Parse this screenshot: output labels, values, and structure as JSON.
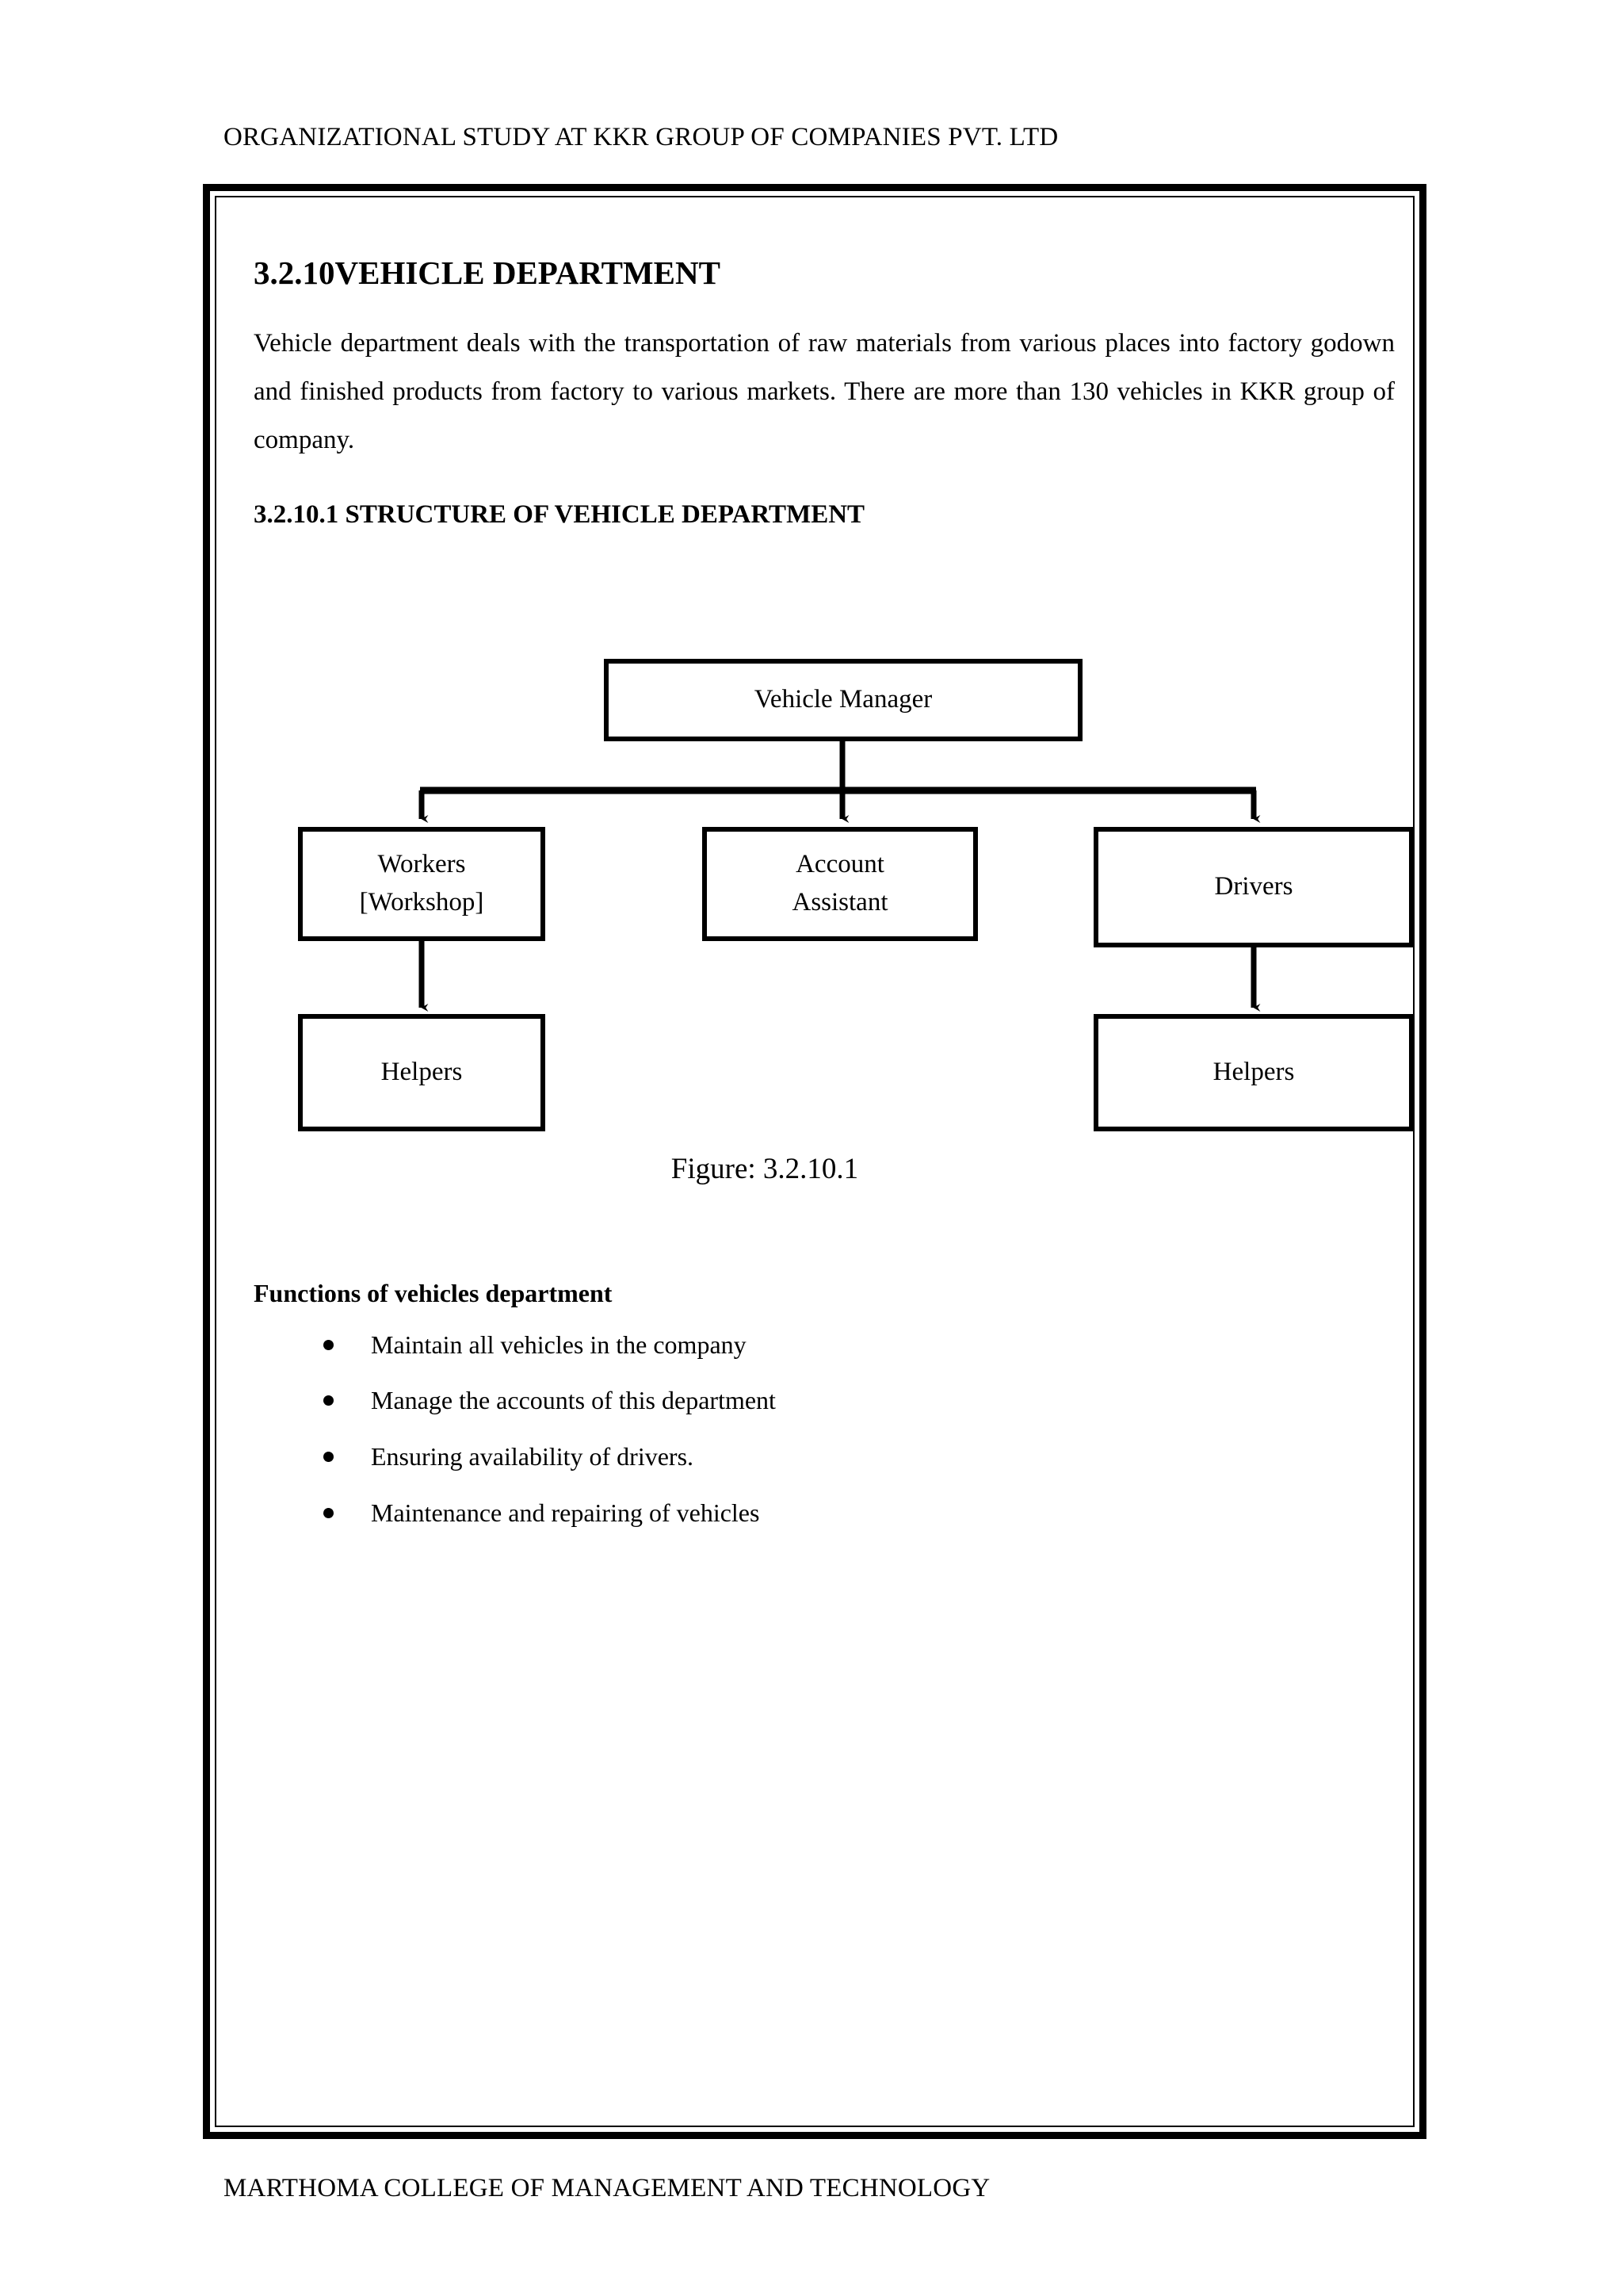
{
  "header": {
    "running_head": "ORGANIZATIONAL STUDY AT KKR GROUP OF COMPANIES PVT. LTD"
  },
  "footer": {
    "running_foot": "MARTHOMA COLLEGE OF MANAGEMENT AND TECHNOLOGY"
  },
  "section": {
    "heading": "3.2.10VEHICLE DEPARTMENT",
    "paragraph": "Vehicle department deals with the transportation of raw materials from various places into factory godown and finished products from factory to various markets. There are more than 130 vehicles in KKR group of company.",
    "subheading": "3.2.10.1 STRUCTURE OF VEHICLE DEPARTMENT"
  },
  "figure": {
    "caption": "Figure: 3.2.10.1",
    "nodes": [
      {
        "id": "vehicle-manager",
        "label": "Vehicle Manager"
      },
      {
        "id": "workers-workshop",
        "label": "Workers\n[Workshop]"
      },
      {
        "id": "account-assistant",
        "label": "Account\nAssistant"
      },
      {
        "id": "drivers",
        "label": "Drivers"
      },
      {
        "id": "helpers-left",
        "label": "Helpers"
      },
      {
        "id": "helpers-right",
        "label": "Helpers"
      }
    ],
    "edges": [
      {
        "from": "vehicle-manager",
        "to": "workers-workshop"
      },
      {
        "from": "vehicle-manager",
        "to": "account-assistant"
      },
      {
        "from": "vehicle-manager",
        "to": "drivers"
      },
      {
        "from": "workers-workshop",
        "to": "helpers-left"
      },
      {
        "from": "drivers",
        "to": "helpers-right"
      }
    ]
  },
  "functions": {
    "heading": "Functions of vehicles department",
    "items": [
      "Maintain all vehicles in the company",
      "Manage the accounts of this department",
      "Ensuring availability of drivers.",
      "Maintenance and repairing of vehicles"
    ]
  },
  "colors": {
    "ink": "#000000",
    "paper": "#ffffff"
  }
}
